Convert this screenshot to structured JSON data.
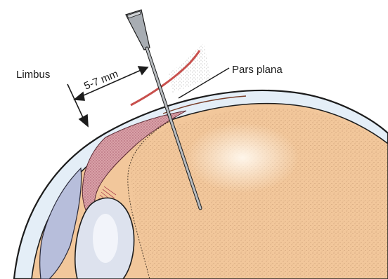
{
  "labels": {
    "limbus": "Limbus",
    "distance": "5-7 mm",
    "pars_plana": "Pars plana"
  },
  "colors": {
    "vitreous": "#f2c79b",
    "vitreous_dots": "#b58a63",
    "sclera": "#e4eef7",
    "ciliary_body": "#d9a0a8",
    "lens": "#dde2ee",
    "iris": "#b7bedb",
    "conjunctiva": "#c8504d",
    "needle": "#9aa0a6"
  }
}
